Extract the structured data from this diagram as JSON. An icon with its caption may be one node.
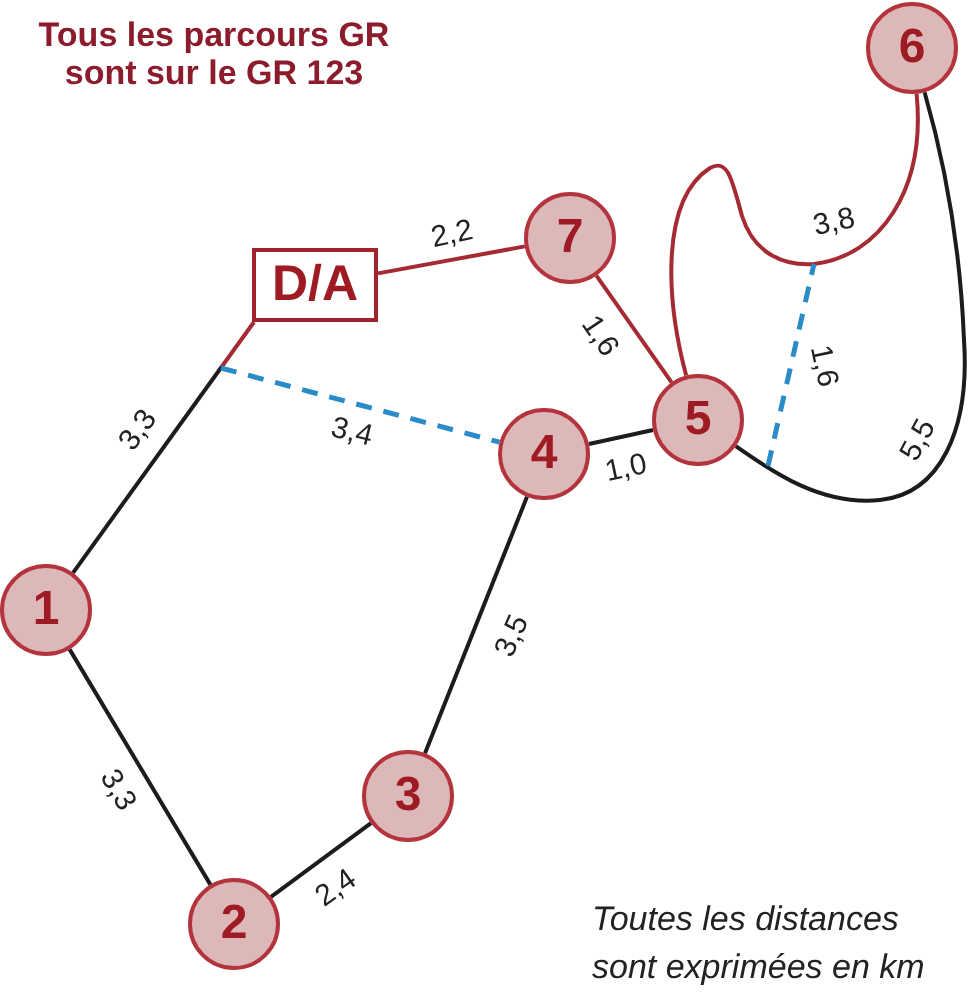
{
  "diagram": {
    "title": "Tous les parcours GR sont sur le GR 123",
    "caption": "Toutes les distances sont exprimées en km",
    "nodes": [
      {
        "text": [
          "D/A"
        ]
      },
      {
        "text": [
          "1"
        ]
      },
      {
        "text": [
          "2"
        ]
      },
      {
        "text": [
          "3"
        ]
      },
      {
        "text": [
          "4"
        ]
      },
      {
        "text": [
          "5"
        ]
      },
      {
        "text": [
          "6"
        ]
      },
      {
        "text": [
          "7"
        ]
      }
    ],
    "edges": [
      {
        "from": 0,
        "to": 7,
        "arrow": "none",
        "label": "2,2",
        "color": "#a52a33"
      },
      {
        "from": 7,
        "to": 5,
        "arrow": "none",
        "label": "1,6",
        "color": "#a52a33"
      },
      {
        "from": 5,
        "to": 6,
        "arrow": "none",
        "label": "3,8",
        "color": "#a52a33"
      },
      {
        "from": 5,
        "to": 6,
        "arrow": "none",
        "label": "5,5"
      },
      {
        "from": 4,
        "to": 5,
        "arrow": "none",
        "label": "1,0"
      },
      {
        "from": 3,
        "to": 4,
        "arrow": "none",
        "label": "3,5"
      },
      {
        "from": 2,
        "to": 3,
        "arrow": "none",
        "label": "2,4"
      },
      {
        "from": 1,
        "to": 2,
        "arrow": "none",
        "label": "3,3"
      },
      {
        "from": 0,
        "to": 1,
        "arrow": "none",
        "label": "3,3"
      },
      {
        "from": null,
        "to": 4,
        "arrow": "none",
        "label": "3,4",
        "style": "dashed",
        "color": "#2a8bc9"
      }
    ],
    "labels": [
      "1,6"
    ]
  }
}
